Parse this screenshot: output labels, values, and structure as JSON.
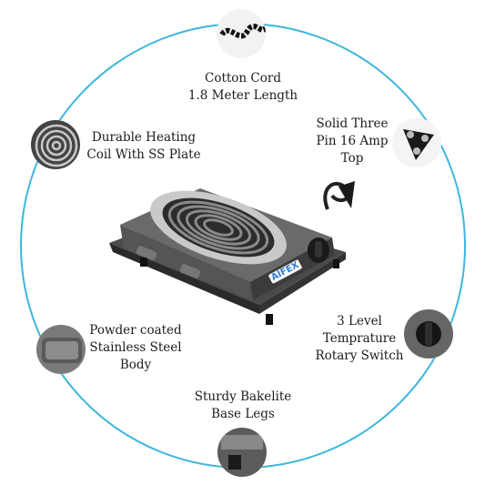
{
  "features": {
    "cord": {
      "line1": "Cotton Cord",
      "line2": "1.8 Meter Length"
    },
    "coil": {
      "line1": "Durable Heating",
      "line2": "Coil With SS Plate"
    },
    "pin": {
      "line1": "Solid Three",
      "line2": "Pin 16 Amp",
      "line3": "Top"
    },
    "body": {
      "line1": "Powder coated",
      "line2": "Stainless Steel",
      "line3": "Body"
    },
    "switch": {
      "line1": "3 Level",
      "line2": "Temprature",
      "line3": "Rotary Switch"
    },
    "legs": {
      "line1": "Sturdy Bakelite",
      "line2": "Base Legs"
    }
  },
  "product": {
    "brand": "AIFEX"
  },
  "colors": {
    "ring": "#3cb6dc",
    "metal": "#5a5a5a",
    "coil": "#8a8a8a"
  }
}
